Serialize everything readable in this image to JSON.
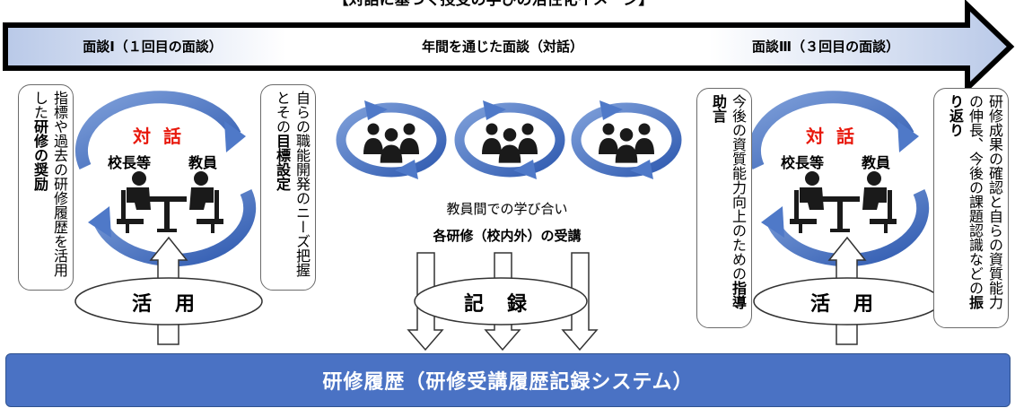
{
  "title": "【対話に基づく授受の学びの活性化イメージ】",
  "timeline": {
    "phase1": "面談Ⅰ（１回目の面談）",
    "phase2": "年間を通じた面談（対話）",
    "phase3": "面談Ⅲ（３回目の面談）"
  },
  "left_meeting": {
    "dialog": "対話",
    "principal": "校長等",
    "teacher": "教員",
    "callout_left_lines": [
      "指標や過去の研修履歴を",
      "活用した"
    ],
    "callout_left_bold": "研修の奨励",
    "callout_right_lines": [
      "自らの職能開発のニーズ",
      "把握とその"
    ],
    "callout_right_bold": "目標設定",
    "oval": "活用"
  },
  "center": {
    "caption1": "教員間での学び合い",
    "caption2": "各研修（校内外）の受講",
    "oval": "記録"
  },
  "right_meeting": {
    "dialog": "対話",
    "principal": "校長等",
    "teacher": "教員",
    "callout_left_lines": [
      "今後の資質能力向上のための"
    ],
    "callout_left_bold": "指導助言",
    "callout_right_lines": [
      "研修成果の確認と自らの資質",
      "能力の伸長、今後の課題認識",
      "などの"
    ],
    "callout_right_bold": "振り返り",
    "oval": "活用"
  },
  "base": {
    "label": "研修履歴（研修受講履歴記録システム）"
  },
  "colors": {
    "blue": "#4a72c4",
    "red": "#e8180c",
    "dark": "#1a1a1a"
  }
}
